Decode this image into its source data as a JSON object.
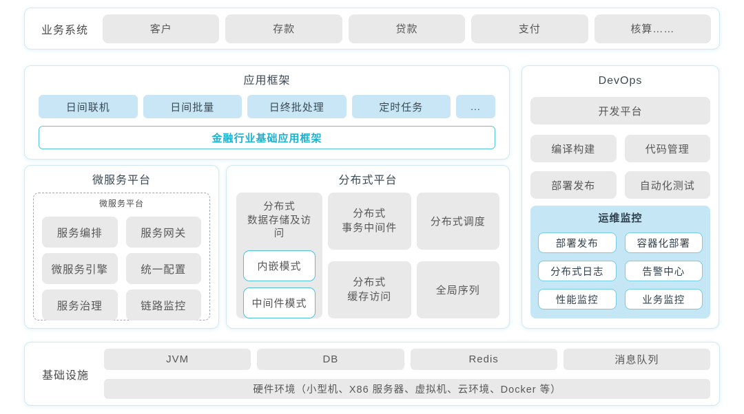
{
  "business": {
    "label": "业务系统",
    "items": [
      "客户",
      "存款",
      "贷款",
      "支付",
      "核算……"
    ]
  },
  "app_framework": {
    "title": "应用框架",
    "items": [
      "日间联机",
      "日间批量",
      "日终批处理",
      "定时任务",
      "..."
    ],
    "base": "金融行业基础应用框架"
  },
  "devops": {
    "title": "DevOps",
    "platform": "开发平台",
    "items": [
      "编译构建",
      "代码管理",
      "部署发布",
      "自动化测试"
    ],
    "monitor": {
      "title": "运维监控",
      "items": [
        "部署发布",
        "容器化部署",
        "分布式日志",
        "告警中心",
        "性能监控",
        "业务监控"
      ]
    }
  },
  "microservice": {
    "title": "微服务平台",
    "inner_title": "微服务平台",
    "items": [
      "服务编排",
      "服务网关",
      "微服务引擎",
      "统一配置",
      "服务治理",
      "链路监控"
    ]
  },
  "distributed": {
    "title": "分布式平台",
    "storage": {
      "label": "分布式\n数据存储及访问",
      "modes": [
        "内嵌模式",
        "中间件模式"
      ]
    },
    "cells": {
      "transaction": "分布式\n事务中间件",
      "scheduling": "分布式调度",
      "cache": "分布式\n缓存访问",
      "sequence": "全局序列"
    }
  },
  "infrastructure": {
    "label": "基础设施",
    "items": [
      "JVM",
      "DB",
      "Redis",
      "消息队列"
    ],
    "hardware": "硬件环境（小型机、X86 服务器、虚拟机、云环境、Docker 等）"
  },
  "colors": {
    "accent_teal": "#1db1d1",
    "border_cyan": "#54c6dd",
    "light_blue_box": "#c8e6f6",
    "monitor_panel_blue": "#c4e6f5",
    "gray_box": "#e9e9e9",
    "panel_border": "#cfeaf4"
  }
}
